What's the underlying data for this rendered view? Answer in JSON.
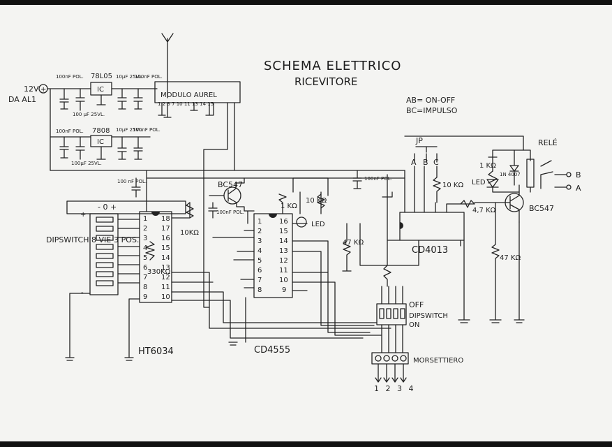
{
  "title": "SCHEMA ELETTRICO",
  "subtitle": "RICEVITORE",
  "notes": {
    "ab": "AB= ON-OFF",
    "bc": "BC=IMPULSO"
  },
  "supply": {
    "voltage": "12V",
    "source": "DA AL1",
    "plus": "+"
  },
  "regulators": [
    {
      "name": "78L05",
      "body": "IC"
    },
    {
      "name": "7808",
      "body": "IC"
    }
  ],
  "caps": {
    "c1": "100nF POL.",
    "c2": "100 µF 25VL.",
    "c3": "10µF 25VL.",
    "c4": "100nF POL.",
    "c5": "100nF POL.",
    "c6": "100µF 25VL.",
    "c7": "10µF 25VL.",
    "c8": "100nF POL.",
    "c9": "100 nF POL.",
    "c10": "100nF POL.",
    "c11": "100nF POL."
  },
  "module": {
    "label": "MODULO AUREL",
    "pins": "1 2 3  7  10 11  13 14 15"
  },
  "dipswitch8": {
    "polarity": "- 0 +",
    "label": "DIPSWITCH 8 VIE-3 POS.",
    "plus": "+",
    "minus": "-"
  },
  "ht6034": {
    "label": "HT6034",
    "left_pins": [
      "1",
      "2",
      "3",
      "4",
      "5",
      "6",
      "7",
      "8",
      "9"
    ],
    "right_pins": [
      "18",
      "17",
      "16",
      "15",
      "14",
      "13",
      "12",
      "11",
      "10"
    ]
  },
  "cd4555": {
    "label": "CD4555",
    "left_pins": [
      "1",
      "2",
      "3",
      "4",
      "5",
      "6",
      "7",
      "8"
    ],
    "right_pins": [
      "16",
      "15",
      "14",
      "13",
      "12",
      "11",
      "10",
      "9"
    ]
  },
  "cd4013": {
    "label": "CD4013"
  },
  "transistors": {
    "t1": "BC547",
    "t2": "BC547"
  },
  "resistors": {
    "r10k_a": "10KΩ",
    "r330k": "330KΩ",
    "r1k": "1 KΩ",
    "r10k_b": "10 KΩ",
    "r47k_a": "47 KΩ",
    "r10k_c": "10 KΩ",
    "r4k7": "4,7 KΩ",
    "r47k_b": "47 KΩ",
    "r1k_relay": "1 KΩ"
  },
  "leds": {
    "led1": "LED",
    "led2": "LED"
  },
  "diode": "1N 4007",
  "jumper": {
    "label": "JP",
    "pins": [
      "A",
      "B",
      "C"
    ]
  },
  "relay": {
    "label": "RELÉ",
    "contacts": [
      "B",
      "A"
    ]
  },
  "dipswitch4": {
    "off": "OFF",
    "label": "DIPSWITCH",
    "on": "ON"
  },
  "terminal": {
    "label": "MORSETTIERO",
    "numbers": "1 2 3 4"
  }
}
